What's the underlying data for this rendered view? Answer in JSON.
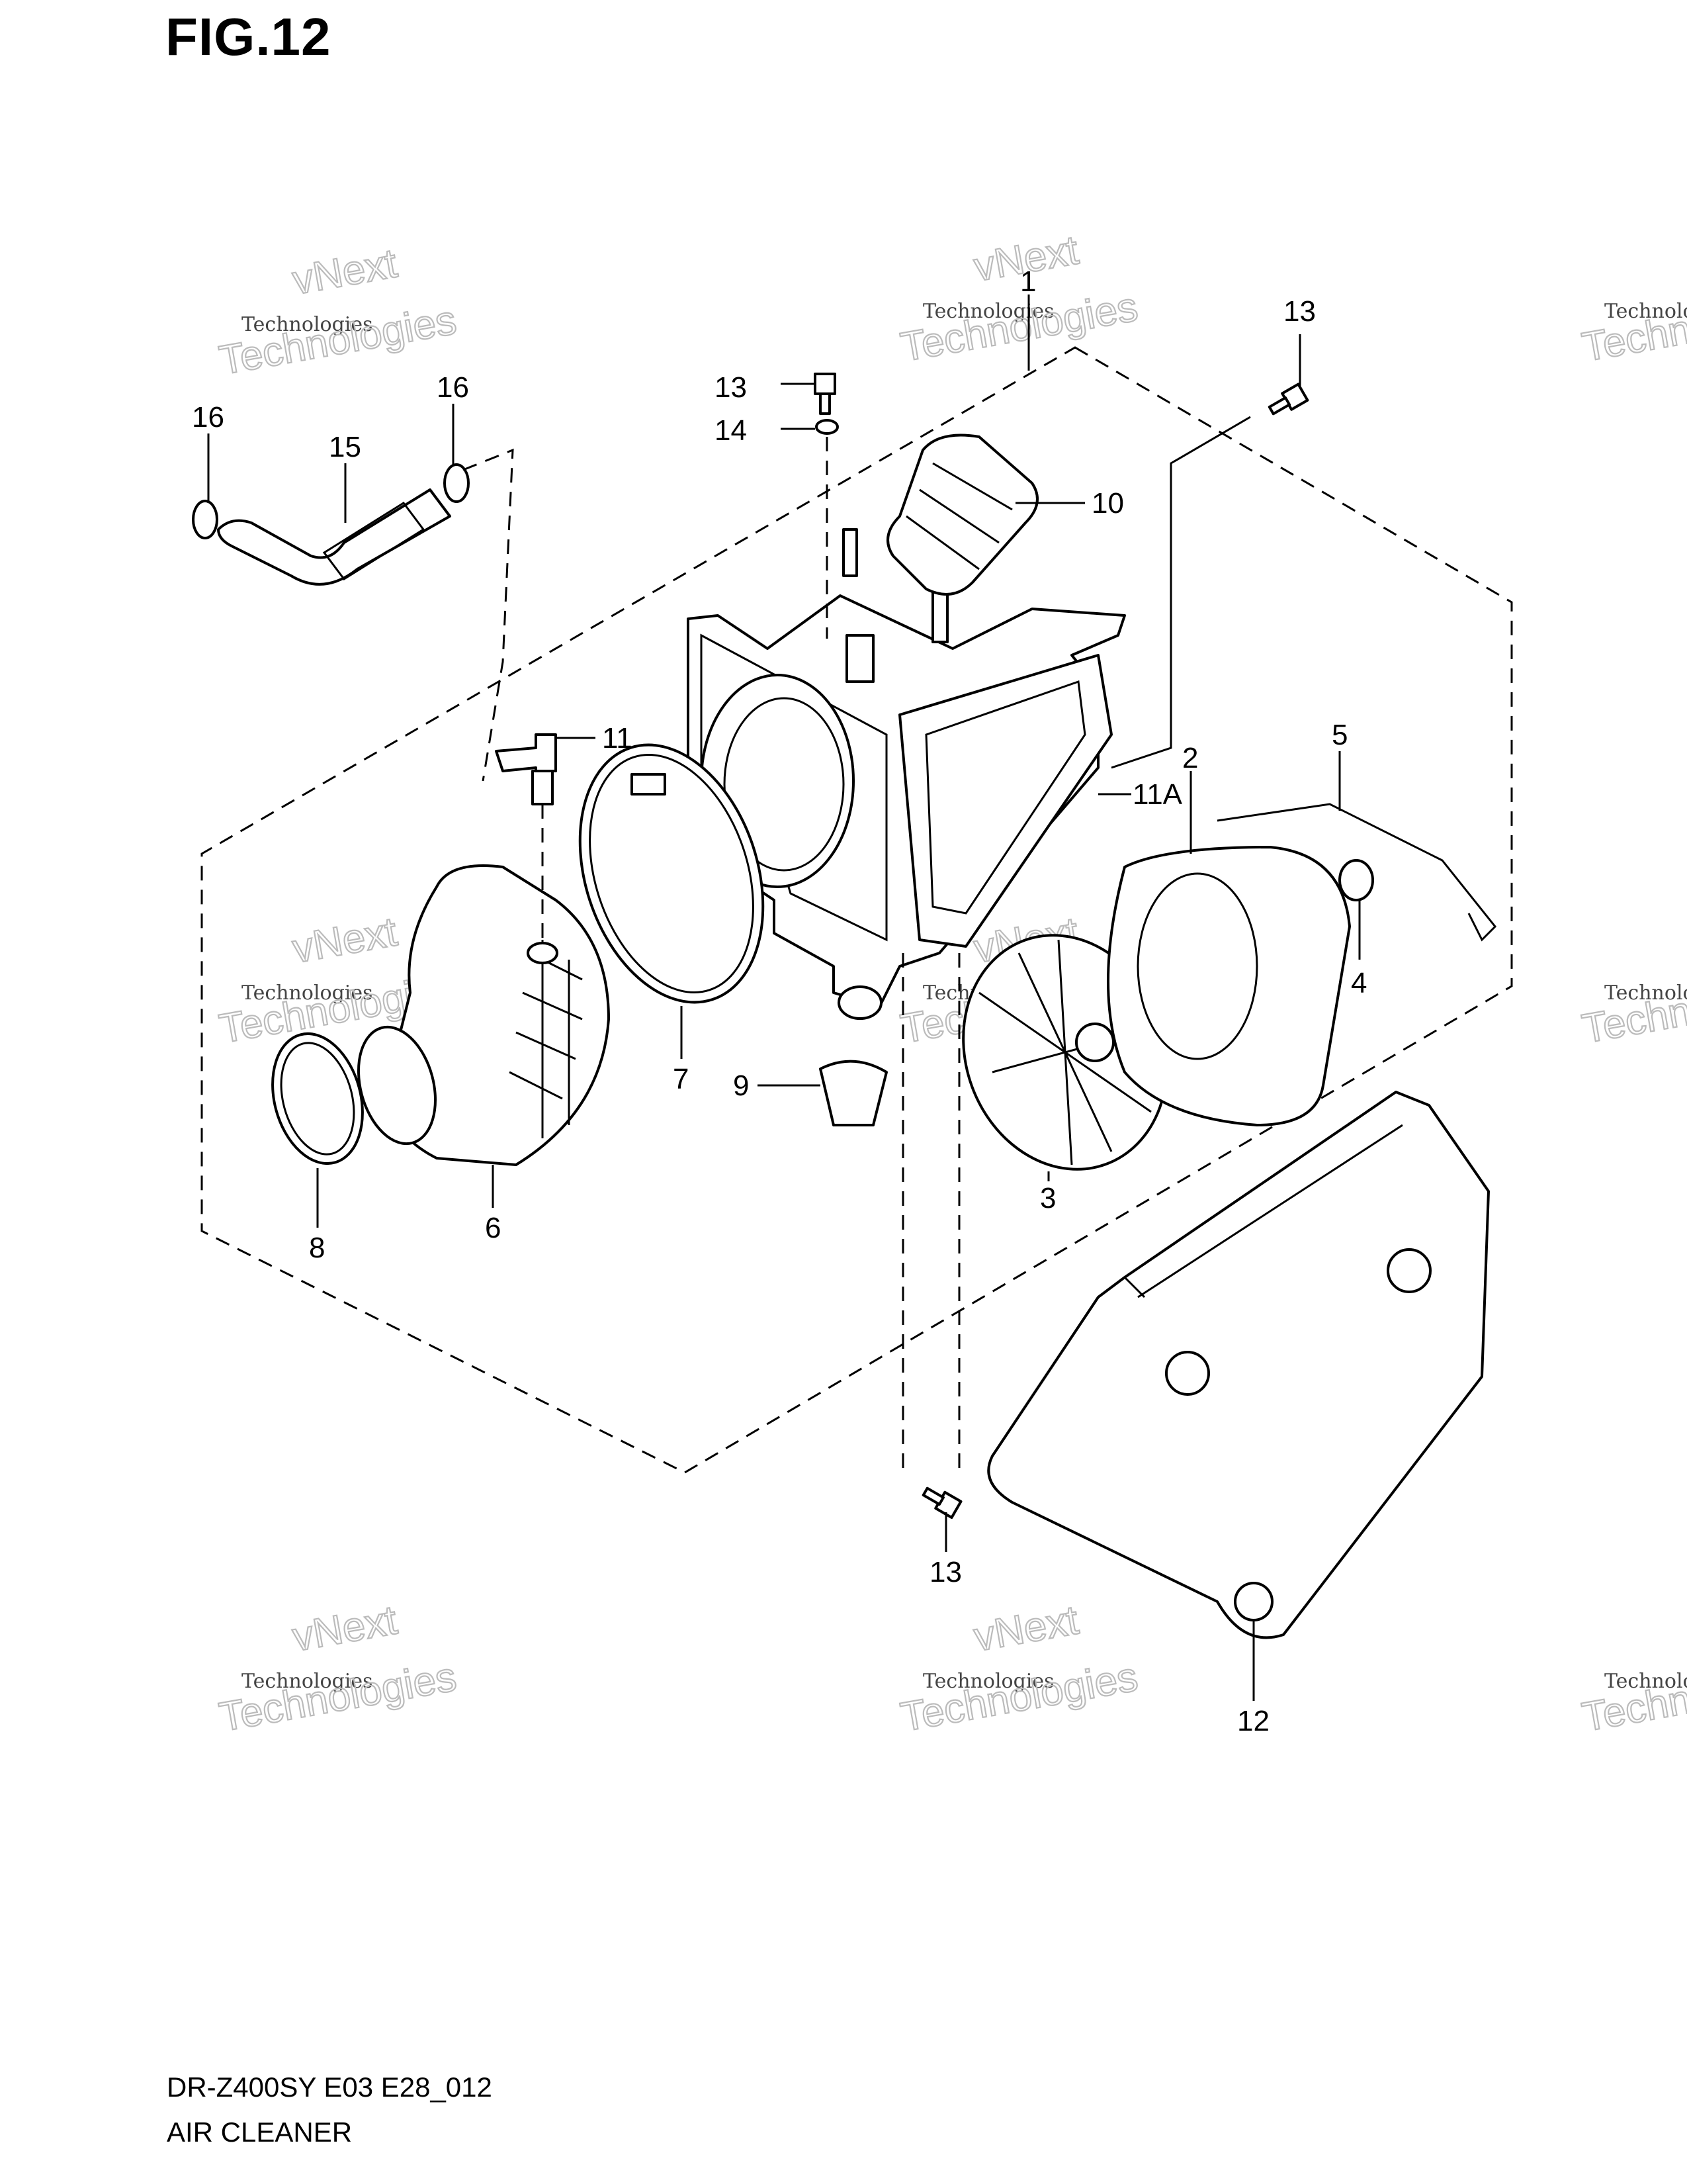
{
  "figure": {
    "title": "FIG.12"
  },
  "footer": {
    "model_code": "DR-Z400SY E03 E28_012",
    "section_name": "AIR CLEANER"
  },
  "watermark": {
    "line1": "vNext",
    "line2": "Technologies"
  },
  "callouts": [
    {
      "id": "c1",
      "label": "1"
    },
    {
      "id": "c2",
      "label": "2"
    },
    {
      "id": "c3",
      "label": "3"
    },
    {
      "id": "c4",
      "label": "4"
    },
    {
      "id": "c5",
      "label": "5"
    },
    {
      "id": "c6",
      "label": "6"
    },
    {
      "id": "c7",
      "label": "7"
    },
    {
      "id": "c8",
      "label": "8"
    },
    {
      "id": "c9",
      "label": "9"
    },
    {
      "id": "c10",
      "label": "10"
    },
    {
      "id": "c11",
      "label": "11"
    },
    {
      "id": "c11a",
      "label": "11A"
    },
    {
      "id": "c12",
      "label": "12"
    },
    {
      "id": "c13a",
      "label": "13"
    },
    {
      "id": "c13b",
      "label": "13"
    },
    {
      "id": "c13c",
      "label": "13"
    },
    {
      "id": "c14",
      "label": "14"
    },
    {
      "id": "c15",
      "label": "15"
    },
    {
      "id": "c16a",
      "label": "16"
    },
    {
      "id": "c16b",
      "label": "16"
    }
  ]
}
